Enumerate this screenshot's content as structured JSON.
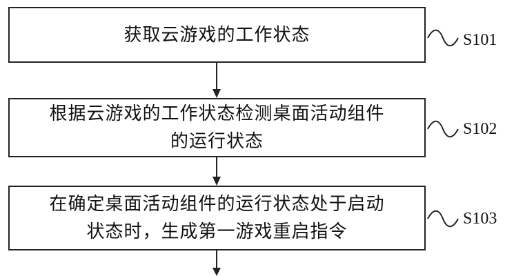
{
  "steps": [
    {
      "text_lines": [
        "获取云游戏的工作状态"
      ],
      "label": "S101"
    },
    {
      "text_lines": [
        "根据云游戏的工作状态检测桌面活动组件",
        "的运行状态"
      ],
      "label": "S102"
    },
    {
      "text_lines": [
        "在确定桌面活动组件的运行状态处于启动",
        "状态时，生成第一游戏重启指令"
      ],
      "label": "S103"
    }
  ],
  "colors": {
    "line": "#222222",
    "text": "#111111"
  }
}
